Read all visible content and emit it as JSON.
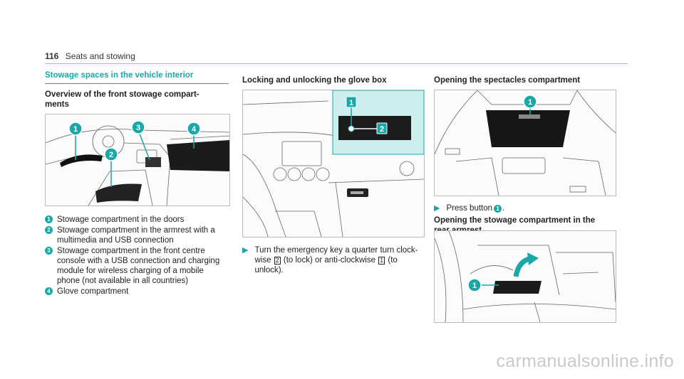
{
  "header": {
    "page_number": "116",
    "section": "Seats and stowing"
  },
  "left": {
    "section_title": "Stowage spaces in the vehicle interior",
    "subtitle_line1": "Overview of the front stowage compart-",
    "subtitle_line2": "ments",
    "figure_callouts": [
      "1",
      "2",
      "3",
      "4"
    ],
    "legend": [
      {
        "num": "1",
        "lines": [
          "Stowage compartment in the doors"
        ]
      },
      {
        "num": "2",
        "lines": [
          "Stowage compartment in the armrest with a",
          "multimedia and USB connection"
        ]
      },
      {
        "num": "3",
        "lines": [
          "Stowage compartment in the front centre",
          "console with a USB connection and charging",
          "module for wireless charging of a mobile",
          "phone (not available in all countries)"
        ]
      },
      {
        "num": "4",
        "lines": [
          "Glove compartment"
        ]
      }
    ]
  },
  "middle": {
    "title": "Locking and unlocking the glove box",
    "inset_callouts": [
      "1",
      "2"
    ],
    "step_line1": "Turn the emergency key a quarter turn clock-",
    "step_line2_a": "wise ",
    "step_line2_key1": "2",
    "step_line2_b": " (to lock) or anti-clockwise ",
    "step_line2_key2": "1",
    "step_line2_c": " (to",
    "step_line3": "unlock)."
  },
  "right": {
    "title1": "Opening the spectacles compartment",
    "fig1_callout": "1",
    "step_text": "Press button ",
    "step_button": "1",
    "step_end": ".",
    "title2_line1": "Opening the stowage compartment in the",
    "title2_line2": "rear armrest",
    "fig2_callout": "1"
  },
  "colors": {
    "accent": "#1aa7a7",
    "inset_bg": "#cdeeee"
  },
  "watermark": "carmanualsonline.info"
}
